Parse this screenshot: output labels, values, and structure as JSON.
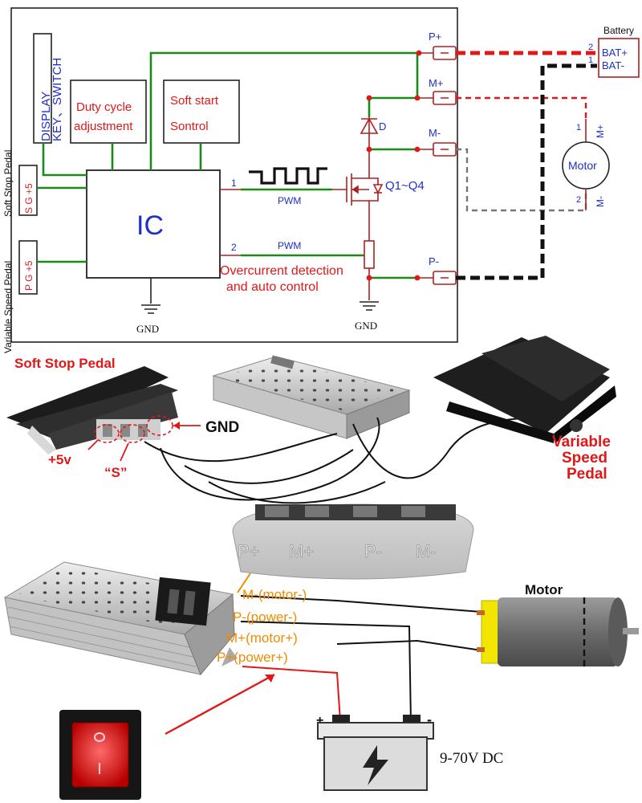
{
  "schematic": {
    "ic_label": "IC",
    "display_label": "DISPLAY",
    "key_switch_label": "KEY、SWITCH",
    "duty_cycle_line1": "Duty cycle",
    "duty_cycle_line2": "adjustment",
    "soft_start_line1": "Soft start",
    "soft_start_line2": "Sontrol",
    "soft_stop_pedal_label": "Soft Stop Pedal",
    "variable_speed_pedal_label": "Variable Speed Pedal",
    "sg5_label": "S G +5",
    "pg5_label": "P G +5",
    "pwm_top_label": "PWM",
    "pwm_bottom_label": "PWM",
    "pin1_label": "1",
    "pin2_label": "2",
    "diode_label": "D",
    "mosfet_label": "Q1~Q4",
    "overcurrent_line1": "Overcurrent detection",
    "overcurrent_line2": "and auto control",
    "gnd_left": "GND",
    "gnd_right": "GND",
    "term_p_plus": "P+",
    "term_m_plus": "M+",
    "term_m_minus": "M-",
    "term_p_minus": "P-",
    "battery_title": "Battery",
    "bat_plus": "BAT+",
    "bat_minus": "BAT-",
    "bat_pin2": "2",
    "bat_pin1": "1",
    "motor_label": "Motor",
    "motor_m_plus": "M+",
    "motor_m_minus": "M-",
    "motor_pin1": "1",
    "motor_pin2": "2"
  },
  "photo1": {
    "soft_stop_title": "Soft Stop Pedal",
    "gnd_label": "GND",
    "plus5v_label": "+5v",
    "s_label": "“S”",
    "variable_line1": "Variable",
    "variable_line2": "Speed",
    "variable_line3": "Pedal"
  },
  "photo2": {
    "engraved_terminals": [
      "P+",
      "M+",
      "P-",
      "M-"
    ],
    "wire_m_minus": "M-(motor-)",
    "wire_p_minus": "P-(power-)",
    "wire_m_plus": "M+(motor+)",
    "wire_p_plus": "P+(power+)",
    "motor_title": "Motor",
    "battery_plus": "+",
    "battery_minus": "-",
    "voltage_label": "9-70V DC"
  },
  "colors": {
    "schematic_red": "#e01818",
    "schematic_blue": "#1f2fc8",
    "wire_green": "#1a8a1a",
    "wire_orange": "#f08c00",
    "motor_yellow": "#f2e600",
    "switch_red": "#d81818"
  }
}
